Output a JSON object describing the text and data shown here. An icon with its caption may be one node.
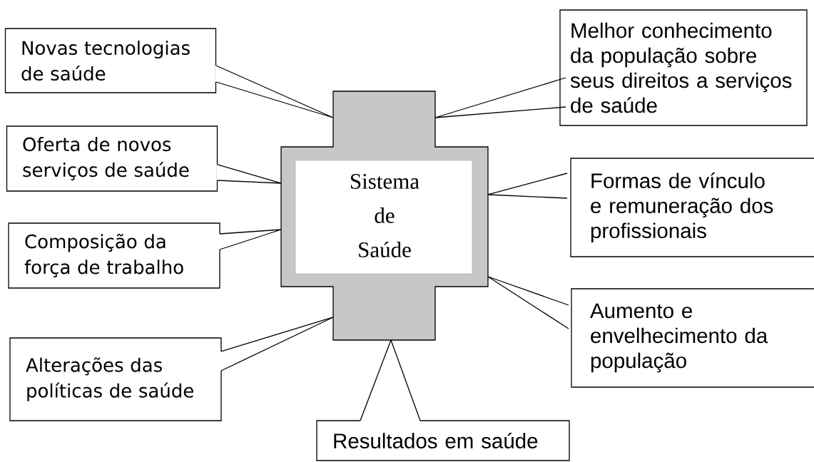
{
  "diagram": {
    "nodes": [
      {
        "text": [
          "Sistema de Saúde"
        ]
      },
      {
        "text": [
          "Novas tecnologias de saúde"
        ]
      },
      {
        "text": [
          "Oferta de novos serviços de saúde"
        ]
      },
      {
        "text": [
          "Composição da força de trabalho"
        ]
      },
      {
        "text": [
          "Alterações das políticas de saúde"
        ]
      },
      {
        "text": [
          "Resultados em saúde"
        ]
      },
      {
        "text": [
          "Melhor conhecimento da população sobre seus direitos a serviços de saúde"
        ]
      },
      {
        "text": [
          "Formas de vínculo e remuneração dos profissionais"
        ]
      },
      {
        "text": [
          "Aumento e envelhecimento da população"
        ]
      }
    ],
    "edges": [
      {
        "from": 1,
        "to": 0,
        "arrow": "none"
      },
      {
        "from": 2,
        "to": 0,
        "arrow": "none"
      },
      {
        "from": 3,
        "to": 0,
        "arrow": "none"
      },
      {
        "from": 4,
        "to": 0,
        "arrow": "none"
      },
      {
        "from": 5,
        "to": 0,
        "arrow": "none"
      },
      {
        "from": 6,
        "to": 0,
        "arrow": "none"
      },
      {
        "from": 7,
        "to": 0,
        "arrow": "none"
      },
      {
        "from": 8,
        "to": 0,
        "arrow": "none"
      }
    ]
  }
}
